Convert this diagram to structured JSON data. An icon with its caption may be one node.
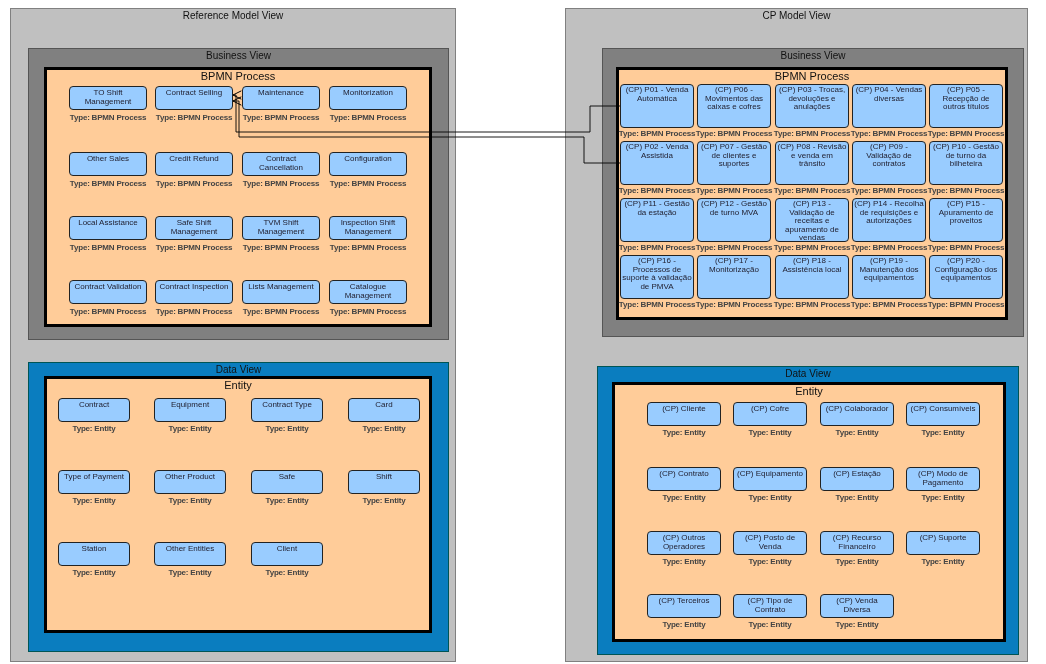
{
  "diagram": {
    "nodes": [
      {
        "text": [
          "Reference Model View"
        ]
      },
      {
        "text": [
          "Business View"
        ],
        "in": 0
      },
      {
        "text": [
          "BPMN Process"
        ],
        "in": 1
      },
      {
        "text": [
          "TO Shift Management"
        ],
        "in": 2,
        "beside": [
          "Type: BPMN Process"
        ]
      },
      {
        "text": [
          "Contract Selling"
        ],
        "in": 2,
        "beside": [
          "Type: BPMN Process"
        ]
      },
      {
        "text": [
          "Maintenance"
        ],
        "in": 2,
        "beside": [
          "Type: BPMN Process"
        ]
      },
      {
        "text": [
          "Monitorization"
        ],
        "in": 2,
        "beside": [
          "Type: BPMN Process"
        ]
      },
      {
        "text": [
          "Other Sales"
        ],
        "in": 2,
        "beside": [
          "Type: BPMN Process"
        ]
      },
      {
        "text": [
          "Credit Refund"
        ],
        "in": 2,
        "beside": [
          "Type: BPMN Process"
        ]
      },
      {
        "text": [
          "Contract Cancellation"
        ],
        "in": 2,
        "beside": [
          "Type: BPMN Process"
        ]
      },
      {
        "text": [
          "Configuration"
        ],
        "in": 2,
        "beside": [
          "Type: BPMN Process"
        ]
      },
      {
        "text": [
          "Local Assistance"
        ],
        "in": 2,
        "beside": [
          "Type: BPMN Process"
        ]
      },
      {
        "text": [
          "Safe Shift Management"
        ],
        "in": 2,
        "beside": [
          "Type: BPMN Process"
        ]
      },
      {
        "text": [
          "TVM Shift Management"
        ],
        "in": 2,
        "beside": [
          "Type: BPMN Process"
        ]
      },
      {
        "text": [
          "Inspection Shift Management"
        ],
        "in": 2,
        "beside": [
          "Type: BPMN Process"
        ]
      },
      {
        "text": [
          "Contract Validation"
        ],
        "in": 2,
        "beside": [
          "Type: BPMN Process"
        ]
      },
      {
        "text": [
          "Contract Inspection"
        ],
        "in": 2,
        "beside": [
          "Type: BPMN Process"
        ]
      },
      {
        "text": [
          "Lists Management"
        ],
        "in": 2,
        "beside": [
          "Type: BPMN Process"
        ]
      },
      {
        "text": [
          "Catalogue Management"
        ],
        "in": 2,
        "beside": [
          "Type: BPMN Process"
        ]
      },
      {
        "text": [
          "Data View"
        ],
        "in": 0
      },
      {
        "text": [
          "Entity"
        ],
        "in": 19
      },
      {
        "text": [
          "Contract"
        ],
        "in": 20,
        "beside": [
          "Type: Entity"
        ]
      },
      {
        "text": [
          "Equipment"
        ],
        "in": 20,
        "beside": [
          "Type: Entity"
        ]
      },
      {
        "text": [
          "Contract Type"
        ],
        "in": 20,
        "beside": [
          "Type: Entity"
        ]
      },
      {
        "text": [
          "Card"
        ],
        "in": 20,
        "beside": [
          "Type: Entity"
        ]
      },
      {
        "text": [
          "Type of Payment"
        ],
        "in": 20,
        "beside": [
          "Type: Entity"
        ]
      },
      {
        "text": [
          "Other Product"
        ],
        "in": 20,
        "beside": [
          "Type: Entity"
        ]
      },
      {
        "text": [
          "Safe"
        ],
        "in": 20,
        "beside": [
          "Type: Entity"
        ]
      },
      {
        "text": [
          "Shift"
        ],
        "in": 20,
        "beside": [
          "Type: Entity"
        ]
      },
      {
        "text": [
          "Station"
        ],
        "in": 20,
        "beside": [
          "Type: Entity"
        ]
      },
      {
        "text": [
          "Other Entities"
        ],
        "in": 20,
        "beside": [
          "Type: Entity"
        ]
      },
      {
        "text": [
          "Client"
        ],
        "in": 20,
        "beside": [
          "Type: Entity"
        ]
      },
      {
        "text": [
          "CP Model View"
        ]
      },
      {
        "text": [
          "Business View"
        ],
        "in": 32
      },
      {
        "text": [
          "BPMN Process"
        ],
        "in": 33
      },
      {
        "text": [
          "(CP) P01 - Venda Automática"
        ],
        "in": 34,
        "beside": [
          "Type: BPMN Process"
        ]
      },
      {
        "text": [
          "(CP) P06 - Movimentos das caixas e cofres"
        ],
        "in": 34,
        "beside": [
          "Type: BPMN Process"
        ]
      },
      {
        "text": [
          "(CP) P03 - Trocas, devoluções e anulações"
        ],
        "in": 34,
        "beside": [
          "Type: BPMN Process"
        ]
      },
      {
        "text": [
          "(CP) P04 - Vendas diversas"
        ],
        "in": 34,
        "beside": [
          "Type: BPMN Process"
        ]
      },
      {
        "text": [
          "(CP) P05 - Recepção de outros títulos"
        ],
        "in": 34,
        "beside": [
          "Type: BPMN Process"
        ]
      },
      {
        "text": [
          "(CP) P02 - Venda Assistida"
        ],
        "in": 34,
        "beside": [
          "Type: BPMN Process"
        ]
      },
      {
        "text": [
          "(CP) P07 - Gestão de clientes e suportes"
        ],
        "in": 34,
        "beside": [
          "Type: BPMN Process"
        ]
      },
      {
        "text": [
          "(CP) P08 - Revisão e venda em trânsito"
        ],
        "in": 34,
        "beside": [
          "Type: BPMN Process"
        ]
      },
      {
        "text": [
          "(CP) P09 - Validação de contratos"
        ],
        "in": 34,
        "beside": [
          "Type: BPMN Process"
        ]
      },
      {
        "text": [
          "(CP) P10 - Gestão de turno da bilheteira"
        ],
        "in": 34,
        "beside": [
          "Type: BPMN Process"
        ]
      },
      {
        "text": [
          "(CP) P11 - Gestão da estação"
        ],
        "in": 34,
        "beside": [
          "Type: BPMN Process"
        ]
      },
      {
        "text": [
          "(CP) P12 - Gestão de turno MVA"
        ],
        "in": 34,
        "beside": [
          "Type: BPMN Process"
        ]
      },
      {
        "text": [
          "(CP) P13 - Validação de receitas e apuramento de vendas"
        ],
        "in": 34,
        "beside": [
          "Type: BPMN Process"
        ]
      },
      {
        "text": [
          "(CP) P14 - Recolha de requisições e autorizações"
        ],
        "in": 34,
        "beside": [
          "Type: BPMN Process"
        ]
      },
      {
        "text": [
          "(CP) P15 - Apuramento de proveitos"
        ],
        "in": 34,
        "beside": [
          "Type: BPMN Process"
        ]
      },
      {
        "text": [
          "(CP) P16 - Processos de suporte à validação de PMVA"
        ],
        "in": 34,
        "beside": [
          "Type: BPMN Process"
        ]
      },
      {
        "text": [
          "(CP) P17 - Monitorização"
        ],
        "in": 34,
        "beside": [
          "Type: BPMN Process"
        ]
      },
      {
        "text": [
          "(CP) P18 - Assistência local"
        ],
        "in": 34,
        "beside": [
          "Type: BPMN Process"
        ]
      },
      {
        "text": [
          "(CP) P19 - Manutenção dos equipamentos"
        ],
        "in": 34,
        "beside": [
          "Type: BPMN Process"
        ]
      },
      {
        "text": [
          "(CP) P20 - Configuração dos equipamentos"
        ],
        "in": 34,
        "beside": [
          "Type: BPMN Process"
        ]
      },
      {
        "text": [
          "Data View"
        ],
        "in": 32
      },
      {
        "text": [
          "Entity"
        ],
        "in": 55
      },
      {
        "text": [
          "(CP) Cliente"
        ],
        "in": 56,
        "beside": [
          "Type: Entity"
        ]
      },
      {
        "text": [
          "(CP) Cofre"
        ],
        "in": 56,
        "beside": [
          "Type: Entity"
        ]
      },
      {
        "text": [
          "(CP) Colaborador"
        ],
        "in": 56,
        "beside": [
          "Type: Entity"
        ]
      },
      {
        "text": [
          "(CP) Consumíveis"
        ],
        "in": 56,
        "beside": [
          "Type: Entity"
        ]
      },
      {
        "text": [
          "(CP) Contrato"
        ],
        "in": 56,
        "beside": [
          "Type: Entity"
        ]
      },
      {
        "text": [
          "(CP) Equipamento"
        ],
        "in": 56,
        "beside": [
          "Type: Entity"
        ]
      },
      {
        "text": [
          "(CP) Estação"
        ],
        "in": 56,
        "beside": [
          "Type: Entity"
        ]
      },
      {
        "text": [
          "(CP) Modo de Pagamento"
        ],
        "in": 56,
        "beside": [
          "Type: Entity"
        ]
      },
      {
        "text": [
          "(CP) Outros Operadores"
        ],
        "in": 56,
        "beside": [
          "Type: Entity"
        ]
      },
      {
        "text": [
          "(CP) Posto de Venda"
        ],
        "in": 56,
        "beside": [
          "Type: Entity"
        ]
      },
      {
        "text": [
          "(CP) Recurso Financeiro"
        ],
        "in": 56,
        "beside": [
          "Type: Entity"
        ]
      },
      {
        "text": [
          "(CP) Suporte"
        ],
        "in": 56,
        "beside": [
          "Type: Entity"
        ]
      },
      {
        "text": [
          "(CP) Terceiros"
        ],
        "in": 56,
        "beside": [
          "Type: Entity"
        ]
      },
      {
        "text": [
          "(CP) Tipo de Contrato"
        ],
        "in": 56,
        "beside": [
          "Type: Entity"
        ]
      },
      {
        "text": [
          "(CP) Venda Diversa"
        ],
        "in": 56,
        "beside": [
          "Type: Entity"
        ]
      }
    ],
    "edges": [
      {
        "from": 35,
        "to": 4,
        "arrow": "to"
      },
      {
        "from": 40,
        "to": 4,
        "arrow": "to"
      }
    ]
  }
}
